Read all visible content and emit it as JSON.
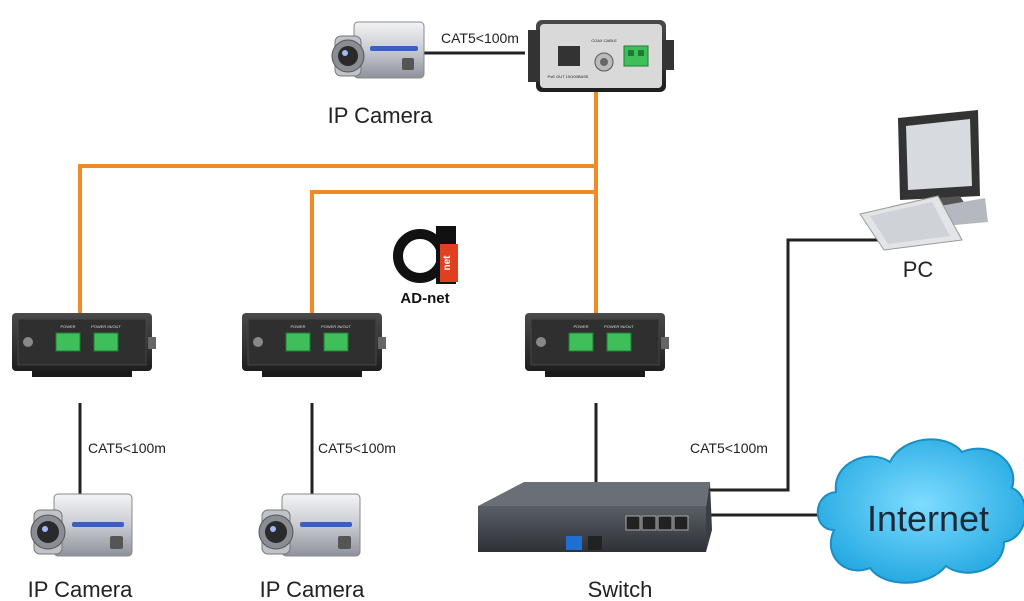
{
  "labels": {
    "top_camera": "IP Camera",
    "cam1": "IP Camera",
    "cam2": "IP Camera",
    "pc": "PC",
    "switch": "Switch",
    "internet": "Internet",
    "cable_top": "CAT5<100m",
    "cable_cam1": "CAT5<100m",
    "cable_cam2": "CAT5<100m",
    "cable_pc": "CAT5<100m"
  },
  "logo": {
    "mark": "net",
    "name": "AD-net"
  },
  "device_text": {
    "coax_label": "COAX CABLE",
    "poe_label": "PoE OUT 10/100BASE",
    "power_label": "POWER",
    "power_label2": "POWER IN/OUT"
  },
  "colors": {
    "coax_line": "#f08a24",
    "ethernet_line": "#222222",
    "cloud": "#3cc3f0",
    "terminal": "#3fbf5a",
    "device_body": "#2c2c2c"
  }
}
